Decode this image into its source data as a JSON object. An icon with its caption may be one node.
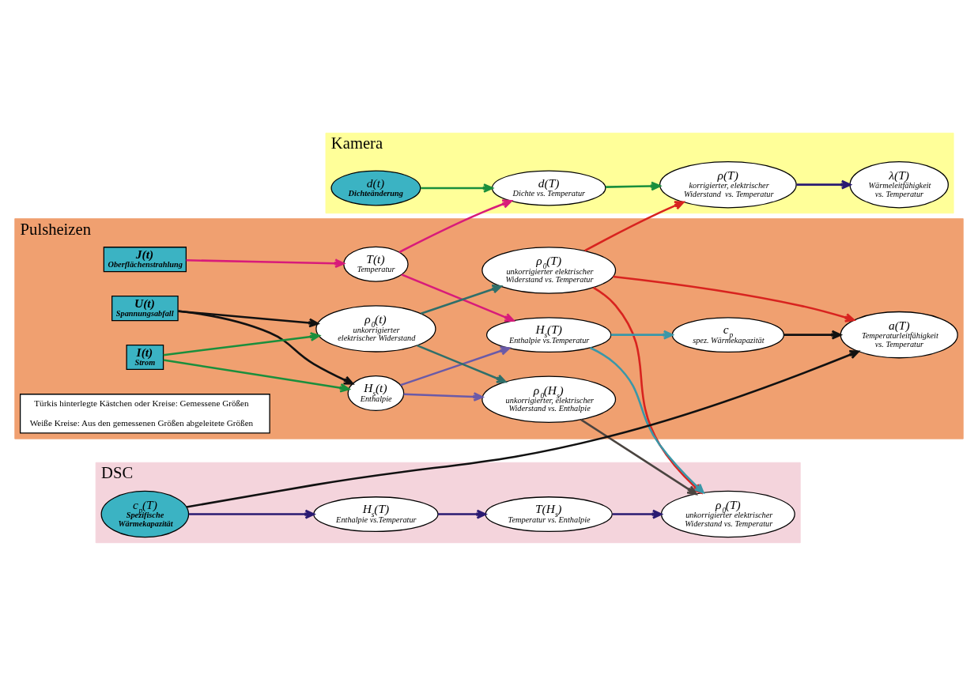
{
  "diagram": {
    "nodes": [
      {
        "text": [
          "Kamera"
        ]
      },
      {
        "text": [
          "d(t)",
          "Dichteänderung"
        ],
        "in": 0
      },
      {
        "text": [
          "d(T)",
          "Dichte vs. Temperatur"
        ],
        "in": 0
      },
      {
        "text": [
          "ρ(T)",
          "korrigierter, elektrischer Widerstand  vs. Temperatur"
        ],
        "in": 0
      },
      {
        "text": [
          "λ(T)",
          "Wärmeleitfähigkeit vs. Temperatur"
        ],
        "in": 0
      },
      {
        "text": [
          "Pulsheizen"
        ]
      },
      {
        "text": [
          "J(t)",
          "Oberflächenstrahlung"
        ],
        "in": 5
      },
      {
        "text": [
          "T(t)",
          "Temperatur"
        ],
        "in": 5
      },
      {
        "text": [
          "ρ$_{0}$(T)",
          "unkorrigierter elektrischer Widerstand vs. Temperatur"
        ],
        "in": 5
      },
      {
        "text": [
          "U(t)",
          "Spannungsabfall"
        ],
        "in": 5
      },
      {
        "text": [
          "H$_{s}$(t)",
          "Enthalpie"
        ],
        "in": 5
      },
      {
        "text": [
          "H$_{s}$(T)",
          "Enthalpie vs.Temperatur"
        ],
        "in": 5
      },
      {
        "text": [
          "c$_{p}$",
          "spez. Wärmekapazität"
        ],
        "in": 5
      },
      {
        "text": [
          "a(T)",
          "Temperaturleitfähigkeit vs. Temperatur"
        ],
        "in": 5
      },
      {
        "text": [
          "I(t)",
          "Strom"
        ],
        "in": 5
      },
      {
        "text": [
          "ρ$_{0}$(t)",
          "unkorrigierter elektrischer Widerstand"
        ],
        "in": 5
      },
      {
        "text": [
          "ρ$_{0}$(H$_{s}$)",
          "unkorrigierter, elektrischer Widerstand vs. Enthalpie"
        ],
        "in": 5
      },
      {
        "text": [
          "Türkis hinterlegte Kästchen oder Kreise: Gemessene Größen",
          "Weiße Kreise: Aus den gemessenen Größen abgeleitete Größen"
        ],
        "in": 5
      },
      {
        "text": [
          "DSC"
        ]
      },
      {
        "text": [
          "c$_{p}$(T)",
          "Spezifische Wärmekapazität"
        ],
        "in": 18
      },
      {
        "text": [
          "H$_{s}$(T)",
          "Enthalpie vs.Temperatur"
        ],
        "in": 18
      },
      {
        "text": [
          "T(H$_{s}$)",
          "Temperatur vs. Enthalpie"
        ],
        "in": 18
      },
      {
        "text": [
          "ρ$_{0}$(T)",
          "unkorrigierter elektrischer Widerstand vs. Temperatur"
        ],
        "in": 18
      }
    ],
    "edges": [
      {
        "from": 1,
        "to": 2,
        "arrow": "to",
        "color": "#1a8f3c"
      },
      {
        "from": 2,
        "to": 3,
        "arrow": "to",
        "color": "#1a8f3c"
      },
      {
        "from": 3,
        "to": 4,
        "arrow": "to",
        "color": "#2a1a72"
      },
      {
        "from": 6,
        "to": 7,
        "arrow": "to",
        "color": "#d81b7a"
      },
      {
        "from": 7,
        "to": 2,
        "arrow": "to",
        "color": "#d81b7a"
      },
      {
        "from": 7,
        "to": 11,
        "arrow": "to",
        "color": "#d81b7a"
      },
      {
        "from": 8,
        "to": 3,
        "arrow": "to",
        "color": "#d8231f"
      },
      {
        "from": 8,
        "to": 13,
        "arrow": "to",
        "color": "#d8231f"
      },
      {
        "from": 8,
        "to": 22,
        "arrow": "to",
        "color": "#d8231f"
      },
      {
        "from": 9,
        "to": 10,
        "arrow": "to",
        "color": "#111111"
      },
      {
        "from": 9,
        "to": 15,
        "arrow": "to",
        "color": "#111111"
      },
      {
        "from": 14,
        "to": 10,
        "arrow": "to",
        "color": "#1a8f3c"
      },
      {
        "from": 14,
        "to": 15,
        "arrow": "to",
        "color": "#1a8f3c"
      },
      {
        "from": 10,
        "to": 11,
        "arrow": "to",
        "color": "#6a5aa8"
      },
      {
        "from": 10,
        "to": 16,
        "arrow": "to",
        "color": "#6a5aa8"
      },
      {
        "from": 15,
        "to": 8,
        "arrow": "to",
        "color": "#2f6f6a"
      },
      {
        "from": 15,
        "to": 16,
        "arrow": "to",
        "color": "#2f6f6a"
      },
      {
        "from": 11,
        "to": 12,
        "arrow": "to",
        "color": "#3a97a8"
      },
      {
        "from": 11,
        "to": 22,
        "arrow": "to",
        "color": "#3a97a8"
      },
      {
        "from": 12,
        "to": 13,
        "arrow": "to",
        "color": "#111111"
      },
      {
        "from": 16,
        "to": 22,
        "arrow": "to",
        "color": "#4a4440"
      },
      {
        "from": 19,
        "to": 13,
        "arrow": "to",
        "color": "#111111"
      },
      {
        "from": 19,
        "to": 20,
        "arrow": "to",
        "color": "#2a1a72"
      },
      {
        "from": 20,
        "to": 21,
        "arrow": "to",
        "color": "#2a1a72"
      },
      {
        "from": 21,
        "to": 22,
        "arrow": "to",
        "color": "#2a1a72"
      }
    ]
  }
}
